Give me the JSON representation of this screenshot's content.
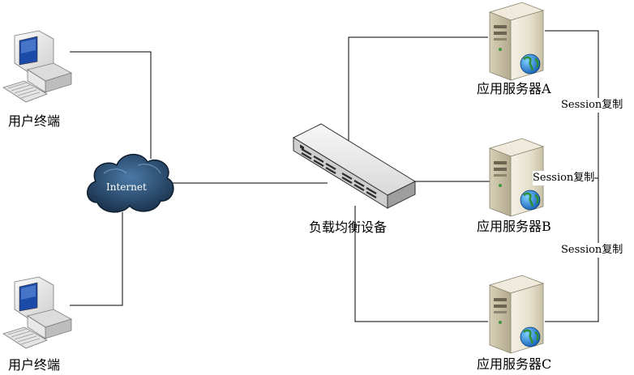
{
  "clients": [
    {
      "label": "用户终端"
    },
    {
      "label": "用户终端"
    }
  ],
  "internet": {
    "label": "Internet"
  },
  "load_balancer": {
    "label": "负载均衡设备"
  },
  "servers": [
    {
      "label": "应用服务器A"
    },
    {
      "label": "应用服务器B"
    },
    {
      "label": "应用服务器C"
    }
  ],
  "replication_labels": [
    "Session复制",
    "Session复制",
    "Session复制"
  ]
}
